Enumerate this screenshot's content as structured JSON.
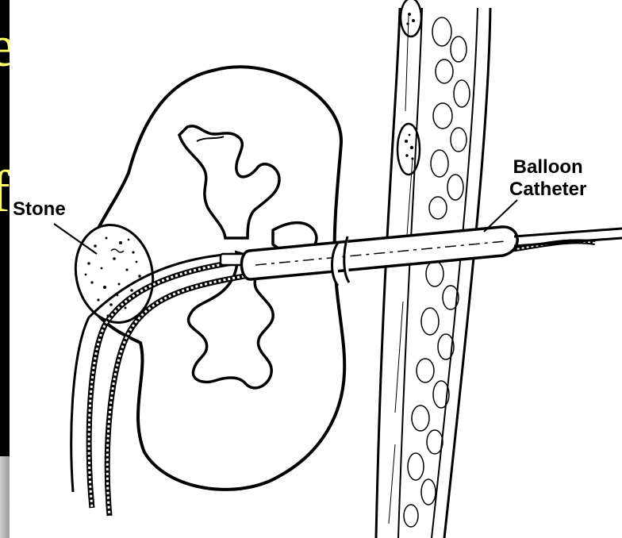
{
  "background_slide": {
    "background_color": "#000000",
    "text_color": "#ffff66",
    "visible_fragments": [
      "e",
      "f"
    ]
  },
  "figure": {
    "labels": {
      "stone": "Stone",
      "balloon_catheter_line1": "Balloon",
      "balloon_catheter_line2": "Catheter"
    }
  }
}
